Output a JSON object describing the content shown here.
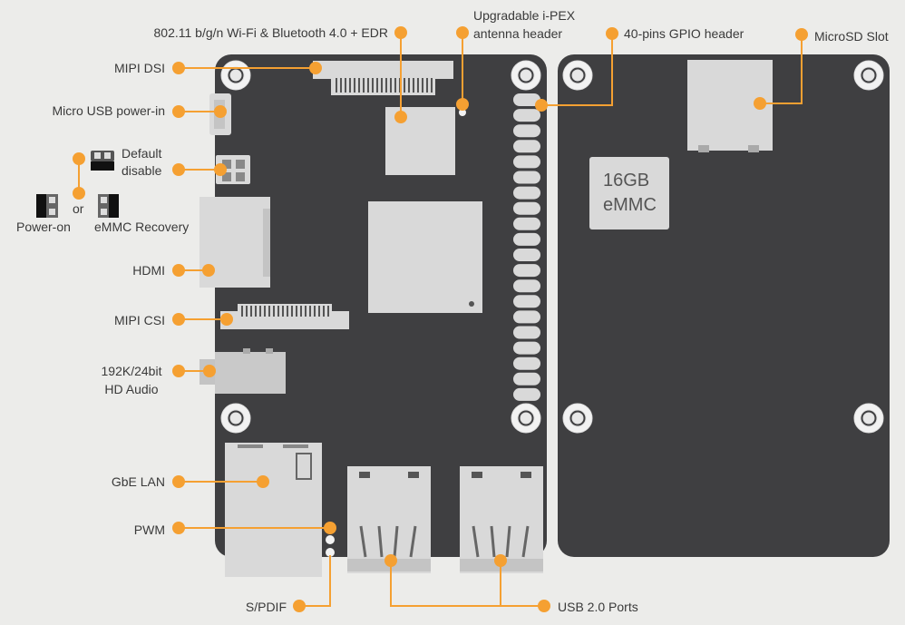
{
  "callouts": {
    "wifi_bt": "802.11 b/g/n Wi-Fi & Bluetooth 4.0 + EDR",
    "ipex_line1": "Upgradable i-PEX",
    "ipex_line2": "antenna header",
    "gpio": "40-pins GPIO header",
    "microsd": "MicroSD Slot",
    "mipi_dsi": "MIPI DSI",
    "micro_usb": "Micro USB power-in",
    "default_line1": "Default",
    "default_line2": "disable",
    "or": "or",
    "power_on": "Power-on",
    "emmc_recovery": "eMMC Recovery",
    "hdmi": "HDMI",
    "mipi_csi": "MIPI CSI",
    "audio_line1": "192K/24bit",
    "audio_line2": "HD Audio",
    "gbe_lan": "GbE LAN",
    "pwm": "PWM",
    "spdif": "S/PDIF",
    "usb2": "USB 2.0 Ports"
  },
  "emmc_chip": {
    "line1": "16GB",
    "line2": "eMMC"
  },
  "colors": {
    "background": "#ececea",
    "board": "#3f3f41",
    "callout": "#f5a032",
    "component": "#d9d9d9",
    "text": "#3a3a3a"
  }
}
